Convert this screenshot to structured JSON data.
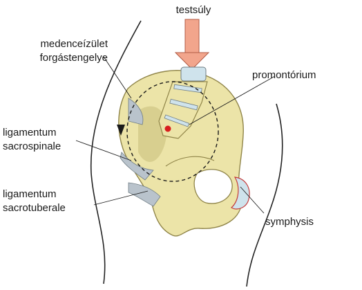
{
  "labels": {
    "body_weight": "testsúly",
    "axis_line1": "medenceízület",
    "axis_line2": "forgástengelye",
    "promontory": "promontórium",
    "sacrospinale_line1": "ligamentum",
    "sacrospinale_line2": "sacrospinale",
    "sacrotuberale_line1": "ligamentum",
    "sacrotuberale_line2": "sacrotuberale",
    "symphysis": "symphysis"
  },
  "colors": {
    "bone": "#ece4a8",
    "bone_shadow": "#c9bd7a",
    "arrow": "#f2a58c",
    "vertebra_disc": "#cfe3ec",
    "ligament": "#b9c3cc",
    "axis_point": "#d81e1e",
    "body_outline": "#222222"
  }
}
